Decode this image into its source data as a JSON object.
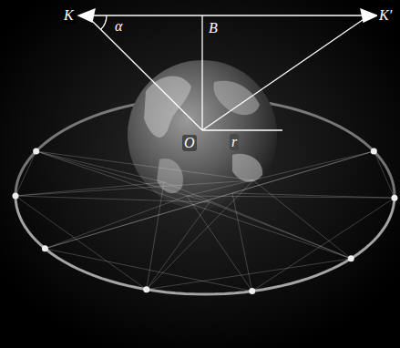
{
  "diagram": {
    "labels": [
      "K",
      "α",
      "B",
      "K′",
      "O",
      "r"
    ]
  }
}
